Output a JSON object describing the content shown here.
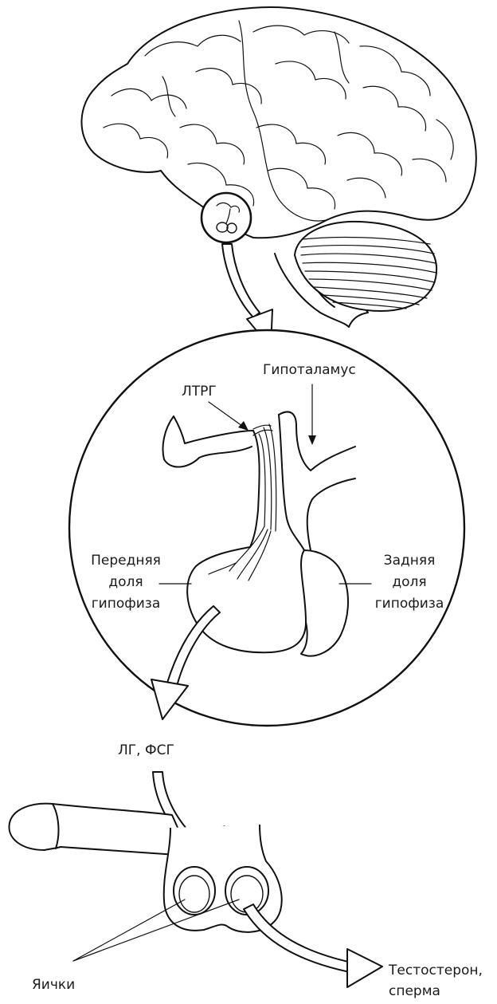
{
  "labels": {
    "ltrg": "ЛТРГ",
    "hypothalamus": "Гипоталамус",
    "anterior_1": "Передняя",
    "anterior_2": "доля",
    "anterior_3": "гипофиза",
    "posterior_1": "Задняя",
    "posterior_2": "доля",
    "posterior_3": "гипофиза",
    "hormones": "ЛГ, ФСГ",
    "testes": "Яички",
    "output_1": "Тестостерон,",
    "output_2": "сперма"
  },
  "icons": [
    "brain-icon",
    "magnifier-circle",
    "pituitary-icon",
    "penis-icon",
    "testes-icon"
  ]
}
